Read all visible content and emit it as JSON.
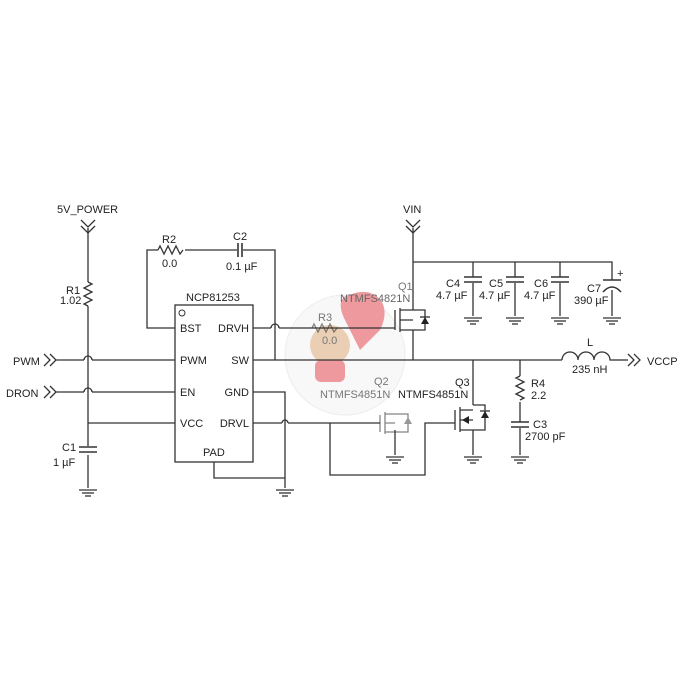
{
  "nets": {
    "power5v": "5V_POWER",
    "pwm": "PWM",
    "dron": "DRON",
    "vin": "VIN",
    "vccp": "VCCP"
  },
  "ic": {
    "name": "NCP81253",
    "pins": {
      "bst": "BST",
      "pwm": "PWM",
      "en": "EN",
      "vcc": "VCC",
      "drvh": "DRVH",
      "sw": "SW",
      "gnd": "GND",
      "drvl": "DRVL",
      "pad": "PAD"
    }
  },
  "components": {
    "r1": {
      "ref": "R1",
      "value": "1.02"
    },
    "r2": {
      "ref": "R2",
      "value": "0.0"
    },
    "r3": {
      "ref": "R3",
      "value": "0.0"
    },
    "r4": {
      "ref": "R4",
      "value": "2.2"
    },
    "c1": {
      "ref": "C1",
      "value": "1 µF"
    },
    "c2": {
      "ref": "C2",
      "value": "0.1 µF"
    },
    "c3": {
      "ref": "C3",
      "value": "2700 pF"
    },
    "c4": {
      "ref": "C4",
      "value": "4.7 µF"
    },
    "c5": {
      "ref": "C5",
      "value": "4.7 µF"
    },
    "c6": {
      "ref": "C6",
      "value": "4.7 µF"
    },
    "c7": {
      "ref": "C7",
      "value": "390 µF",
      "polarity": "+"
    },
    "l": {
      "ref": "L",
      "value": "235 nH"
    },
    "q1": {
      "ref": "Q1",
      "part": "NTMFS4821N"
    },
    "q2": {
      "ref": "Q2",
      "part": "NTMFS4851N"
    },
    "q3": {
      "ref": "Q3",
      "part": "NTMFS4851N"
    }
  },
  "colors": {
    "wire": "#333333",
    "watermark": "#e0464e"
  }
}
